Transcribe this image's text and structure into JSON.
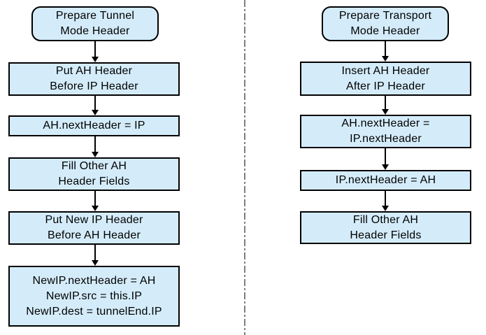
{
  "left_flow": {
    "nodes": [
      {
        "id": "l1",
        "shape": "rounded",
        "label": "Prepare Tunnel\nMode Header"
      },
      {
        "id": "l2",
        "shape": "rect",
        "label": "Put AH Header\nBefore IP Header"
      },
      {
        "id": "l3",
        "shape": "rect",
        "label": "AH.nextHeader = IP"
      },
      {
        "id": "l4",
        "shape": "rect",
        "label": "Fill Other AH\nHeader Fields"
      },
      {
        "id": "l5",
        "shape": "rect",
        "label": "Put New IP Header\nBefore AH Header"
      },
      {
        "id": "l6",
        "shape": "rect",
        "label": "NewIP.nextHeader = AH\nNewIP.src = this.IP\nNewIP.dest = tunnelEnd.IP"
      }
    ],
    "edges": [
      {
        "from": "l1",
        "to": "l2"
      },
      {
        "from": "l2",
        "to": "l3"
      },
      {
        "from": "l3",
        "to": "l4"
      },
      {
        "from": "l4",
        "to": "l5"
      },
      {
        "from": "l5",
        "to": "l6"
      }
    ]
  },
  "right_flow": {
    "nodes": [
      {
        "id": "r1",
        "shape": "rounded",
        "label": "Prepare Transport\nMode Header"
      },
      {
        "id": "r2",
        "shape": "rect",
        "label": "Insert AH Header\nAfter IP Header"
      },
      {
        "id": "r3",
        "shape": "rect",
        "label": "AH.nextHeader =\nIP.nextHeader"
      },
      {
        "id": "r4",
        "shape": "rect",
        "label": "IP.nextHeader = AH"
      },
      {
        "id": "r5",
        "shape": "rect",
        "label": "Fill Other AH\nHeader Fields"
      }
    ],
    "edges": [
      {
        "from": "r1",
        "to": "r2"
      },
      {
        "from": "r2",
        "to": "r3"
      },
      {
        "from": "r3",
        "to": "r4"
      },
      {
        "from": "r4",
        "to": "r5"
      }
    ]
  },
  "colors": {
    "node_fill": "#d4ecfa",
    "node_border": "#000000",
    "arrow": "#000000",
    "divider": "#7f7f7f",
    "background": "#ffffff"
  }
}
